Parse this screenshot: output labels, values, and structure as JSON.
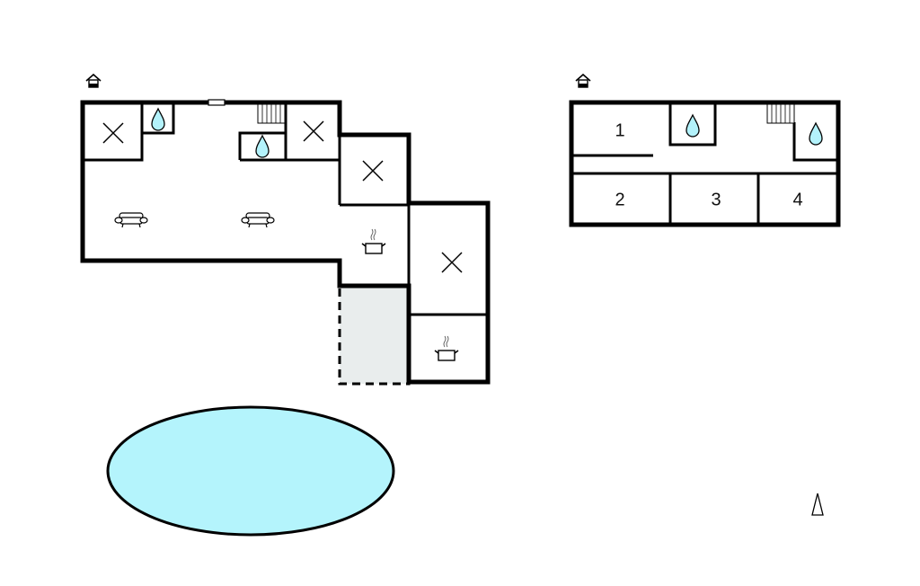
{
  "colors": {
    "wall": "#000000",
    "water": "#b3f2fb",
    "terrace": "#e9eded",
    "pool": "#b4f4fc"
  },
  "upper_floor": {
    "rooms": [
      {
        "label": "1"
      },
      {
        "label": "2"
      },
      {
        "label": "3"
      },
      {
        "label": "4"
      }
    ]
  },
  "icons": [
    "house-icon",
    "bed-icon",
    "bathroom-icon",
    "sofa-icon",
    "kitchen-icon",
    "stairs-icon",
    "north-arrow-icon"
  ]
}
